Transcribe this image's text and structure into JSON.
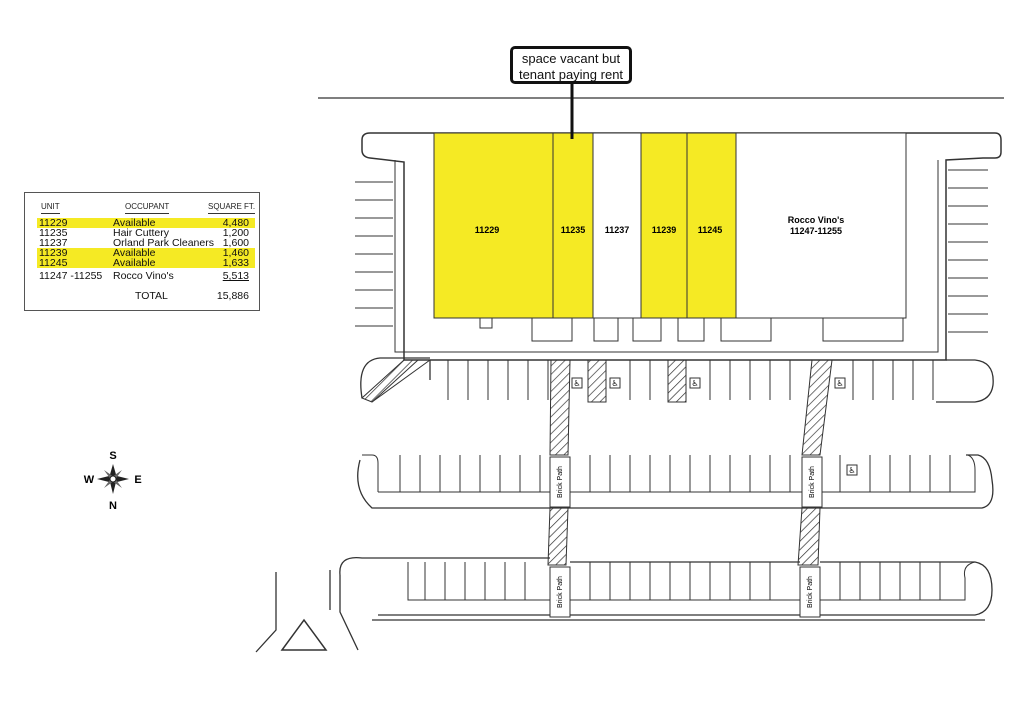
{
  "table": {
    "headers": {
      "unit": "UNIT",
      "occupant": "OCCUPANT",
      "sqft": "SQUARE FT."
    },
    "rows": [
      {
        "unit": "11229",
        "occupant": "Available",
        "sqft": "4,480",
        "highlight": true
      },
      {
        "unit": "11235",
        "occupant": "Hair Cuttery",
        "sqft": "1,200",
        "highlight": false
      },
      {
        "unit": "11237",
        "occupant": "Orland Park Cleaners",
        "sqft": "1,600",
        "highlight": false
      },
      {
        "unit": "11239",
        "occupant": "Available",
        "sqft": "1,460",
        "highlight": true
      },
      {
        "unit": "11245",
        "occupant": "Available",
        "sqft": "1,633",
        "highlight": true
      },
      {
        "unit": "11247 -11255",
        "occupant": "Rocco Vino's",
        "sqft": "5,513",
        "highlight": false
      }
    ],
    "total_label": "TOTAL",
    "total_value": "15,886"
  },
  "callout": {
    "line1": "space vacant but",
    "line2": "tenant paying rent"
  },
  "units": {
    "u11229": "11229",
    "u11235": "11235",
    "u11237": "11237",
    "u11239": "11239",
    "u11245": "11245",
    "rocco_name": "Rocco Vino's",
    "rocco_range": "11247-11255"
  },
  "paths": {
    "label": "Brick Path"
  },
  "compass": {
    "n": "N",
    "s": "S",
    "e": "E",
    "w": "W"
  },
  "colors": {
    "available": "#f5ea24",
    "occupied": "#ffffff",
    "outline": "#333333"
  }
}
